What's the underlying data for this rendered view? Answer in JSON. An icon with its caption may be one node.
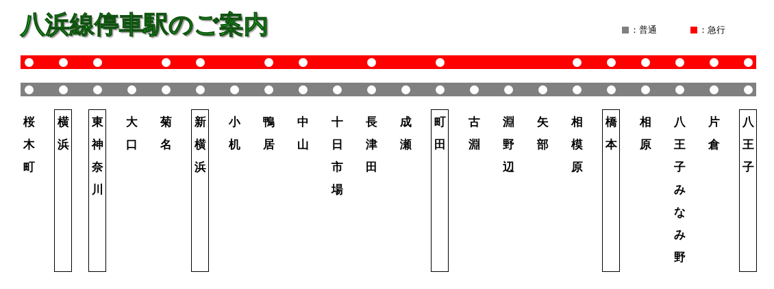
{
  "diagram": {
    "title": "八浜線停車駅のご案内",
    "nodes": [
      {
        "text": [],
        "shape": "bar"
      },
      {
        "text": [],
        "shape": "circle",
        "in": 0
      },
      {
        "text": [],
        "shape": "circle",
        "in": 0
      },
      {
        "text": [],
        "shape": "circle",
        "in": 0
      },
      {
        "text": [],
        "shape": "circle",
        "in": 0
      },
      {
        "text": [],
        "shape": "circle",
        "in": 0
      },
      {
        "text": [],
        "shape": "circle",
        "in": 0
      },
      {
        "text": [],
        "shape": "circle",
        "in": 0
      },
      {
        "text": [],
        "shape": "circle",
        "in": 0
      },
      {
        "text": [],
        "shape": "circle",
        "in": 0
      },
      {
        "text": [],
        "shape": "circle",
        "in": 0
      },
      {
        "text": [],
        "shape": "circle",
        "in": 0
      },
      {
        "text": [],
        "shape": "circle",
        "in": 0
      },
      {
        "text": [],
        "shape": "circle",
        "in": 0
      },
      {
        "text": [],
        "shape": "circle",
        "in": 0
      },
      {
        "text": [],
        "shape": "circle",
        "in": 0
      },
      {
        "text": [],
        "shape": "bar"
      },
      {
        "text": [],
        "shape": "circle",
        "in": 16
      },
      {
        "text": [],
        "shape": "circle",
        "in": 16
      },
      {
        "text": [],
        "shape": "circle",
        "in": 16
      },
      {
        "text": [],
        "shape": "circle",
        "in": 16
      },
      {
        "text": [],
        "shape": "circle",
        "in": 16
      },
      {
        "text": [],
        "shape": "circle",
        "in": 16
      },
      {
        "text": [],
        "shape": "circle",
        "in": 16
      },
      {
        "text": [],
        "shape": "circle",
        "in": 16
      },
      {
        "text": [],
        "shape": "circle",
        "in": 16
      },
      {
        "text": [],
        "shape": "circle",
        "in": 16
      },
      {
        "text": [],
        "shape": "circle",
        "in": 16
      },
      {
        "text": [],
        "shape": "circle",
        "in": 16
      },
      {
        "text": [],
        "shape": "circle",
        "in": 16
      },
      {
        "text": [],
        "shape": "circle",
        "in": 16
      },
      {
        "text": [],
        "shape": "circle",
        "in": 16
      },
      {
        "text": [],
        "shape": "circle",
        "in": 16
      },
      {
        "text": [],
        "shape": "circle",
        "in": 16
      },
      {
        "text": [],
        "shape": "circle",
        "in": 16
      },
      {
        "text": [],
        "shape": "circle",
        "in": 16
      },
      {
        "text": [],
        "shape": "circle",
        "in": 16
      },
      {
        "text": [],
        "shape": "circle",
        "in": 16
      },
      {
        "text": [],
        "shape": "circle",
        "in": 16
      },
      {
        "text": [
          "桜木町"
        ]
      },
      {
        "text": [
          "横浜"
        ]
      },
      {
        "text": [
          "東神奈川"
        ]
      },
      {
        "text": [
          "大口"
        ]
      },
      {
        "text": [
          "菊名"
        ]
      },
      {
        "text": [
          "新横浜"
        ]
      },
      {
        "text": [
          "小机"
        ]
      },
      {
        "text": [
          "鴨居"
        ]
      },
      {
        "text": [
          "中山"
        ]
      },
      {
        "text": [
          "十日市場"
        ]
      },
      {
        "text": [
          "長津田"
        ]
      },
      {
        "text": [
          "成瀬"
        ]
      },
      {
        "text": [
          "町田"
        ]
      },
      {
        "text": [
          "古淵"
        ]
      },
      {
        "text": [
          "淵野辺"
        ]
      },
      {
        "text": [
          "矢部"
        ]
      },
      {
        "text": [
          "相模原"
        ]
      },
      {
        "text": [
          "橋本"
        ]
      },
      {
        "text": [
          "相原"
        ]
      },
      {
        "text": [
          "八王子みなみ野"
        ]
      },
      {
        "text": [
          "片倉"
        ]
      },
      {
        "text": [
          "八王子"
        ]
      }
    ],
    "legend": [
      {
        "text": "：普通",
        "color": "#808080"
      },
      {
        "text": "：急行",
        "color": "#ff0000"
      }
    ]
  }
}
